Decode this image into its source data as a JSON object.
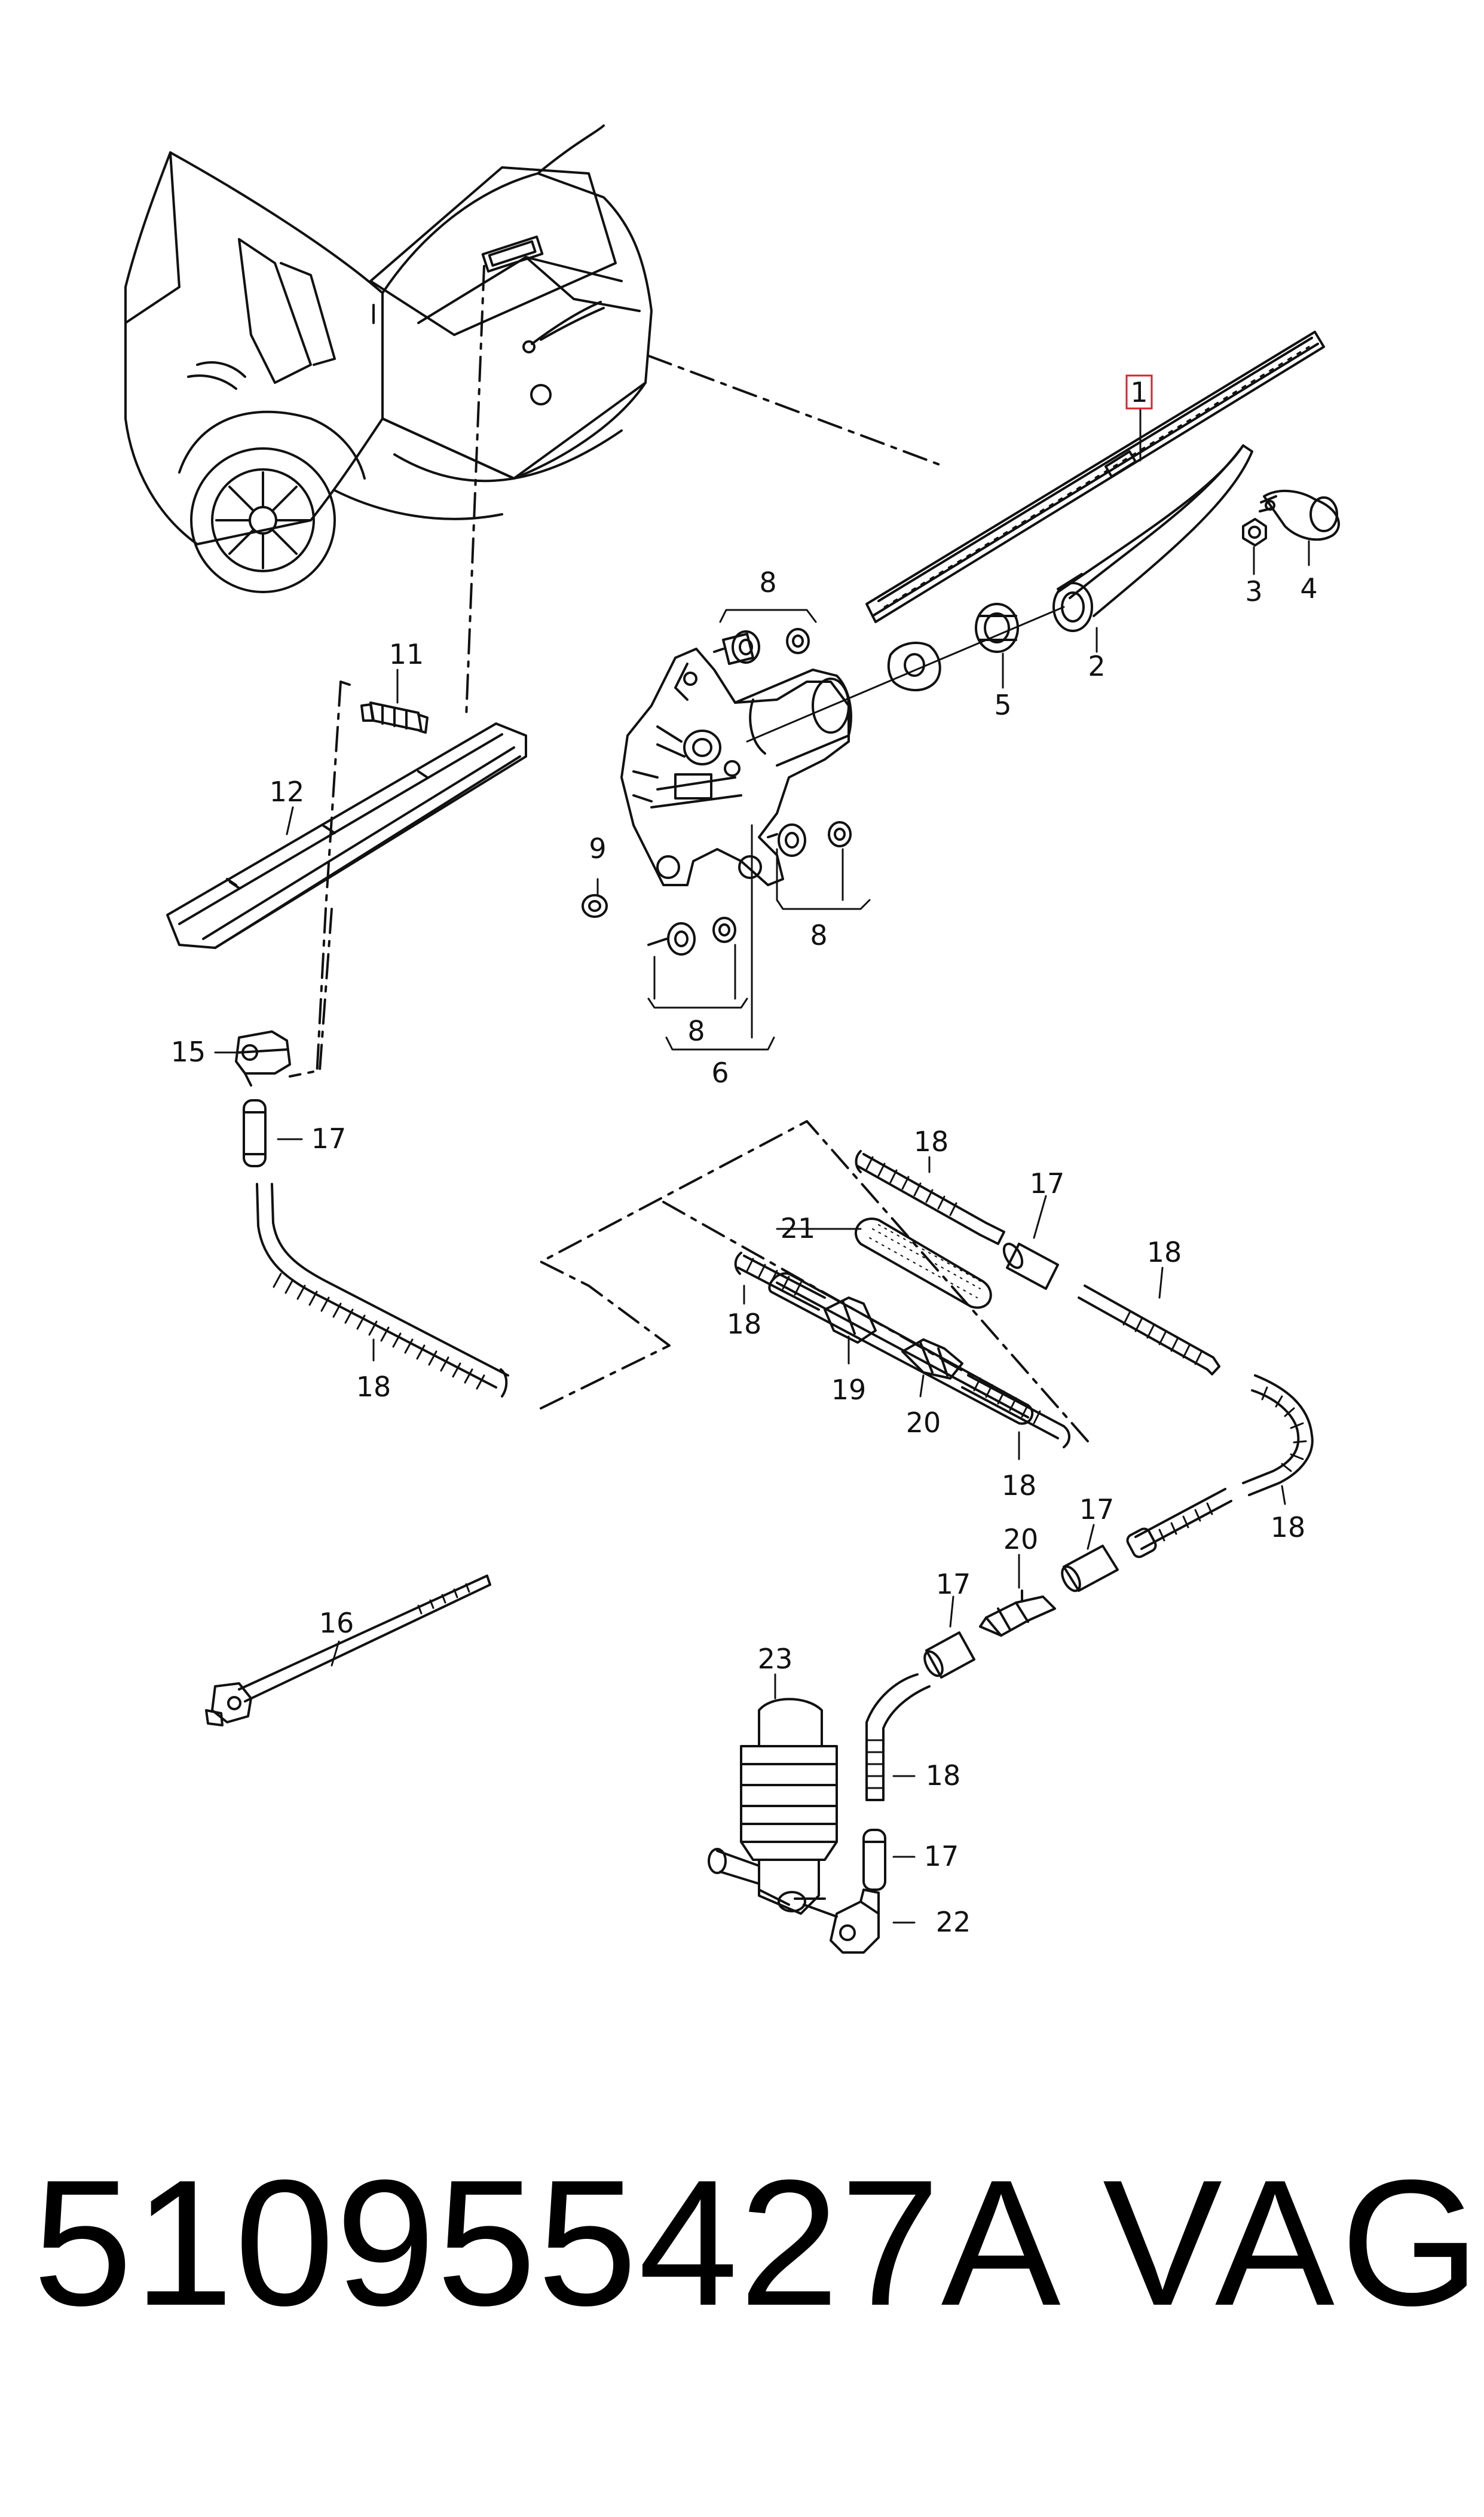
{
  "callouts": {
    "c1": "1",
    "c2": "2",
    "c3": "3",
    "c4": "4",
    "c5": "5",
    "c6": "6",
    "c8a": "8",
    "c8b": "8",
    "c8c": "8",
    "c9": "9",
    "c11": "11",
    "c12": "12",
    "c15": "15",
    "c16": "16",
    "c17a": "17",
    "c17b": "17",
    "c17c": "17",
    "c17d": "17",
    "c17e": "17",
    "c18a": "18",
    "c18b": "18",
    "c18c": "18",
    "c18d": "18",
    "c18e": "18",
    "c18f": "18",
    "c18g": "18",
    "c19": "19",
    "c20a": "20",
    "c20b": "20",
    "c21": "21",
    "c22": "22",
    "c23": "23"
  },
  "highlight": {
    "part": "1",
    "color": "#d9232d"
  },
  "footer": {
    "part_number": "510955427A",
    "brand": "VAG"
  }
}
